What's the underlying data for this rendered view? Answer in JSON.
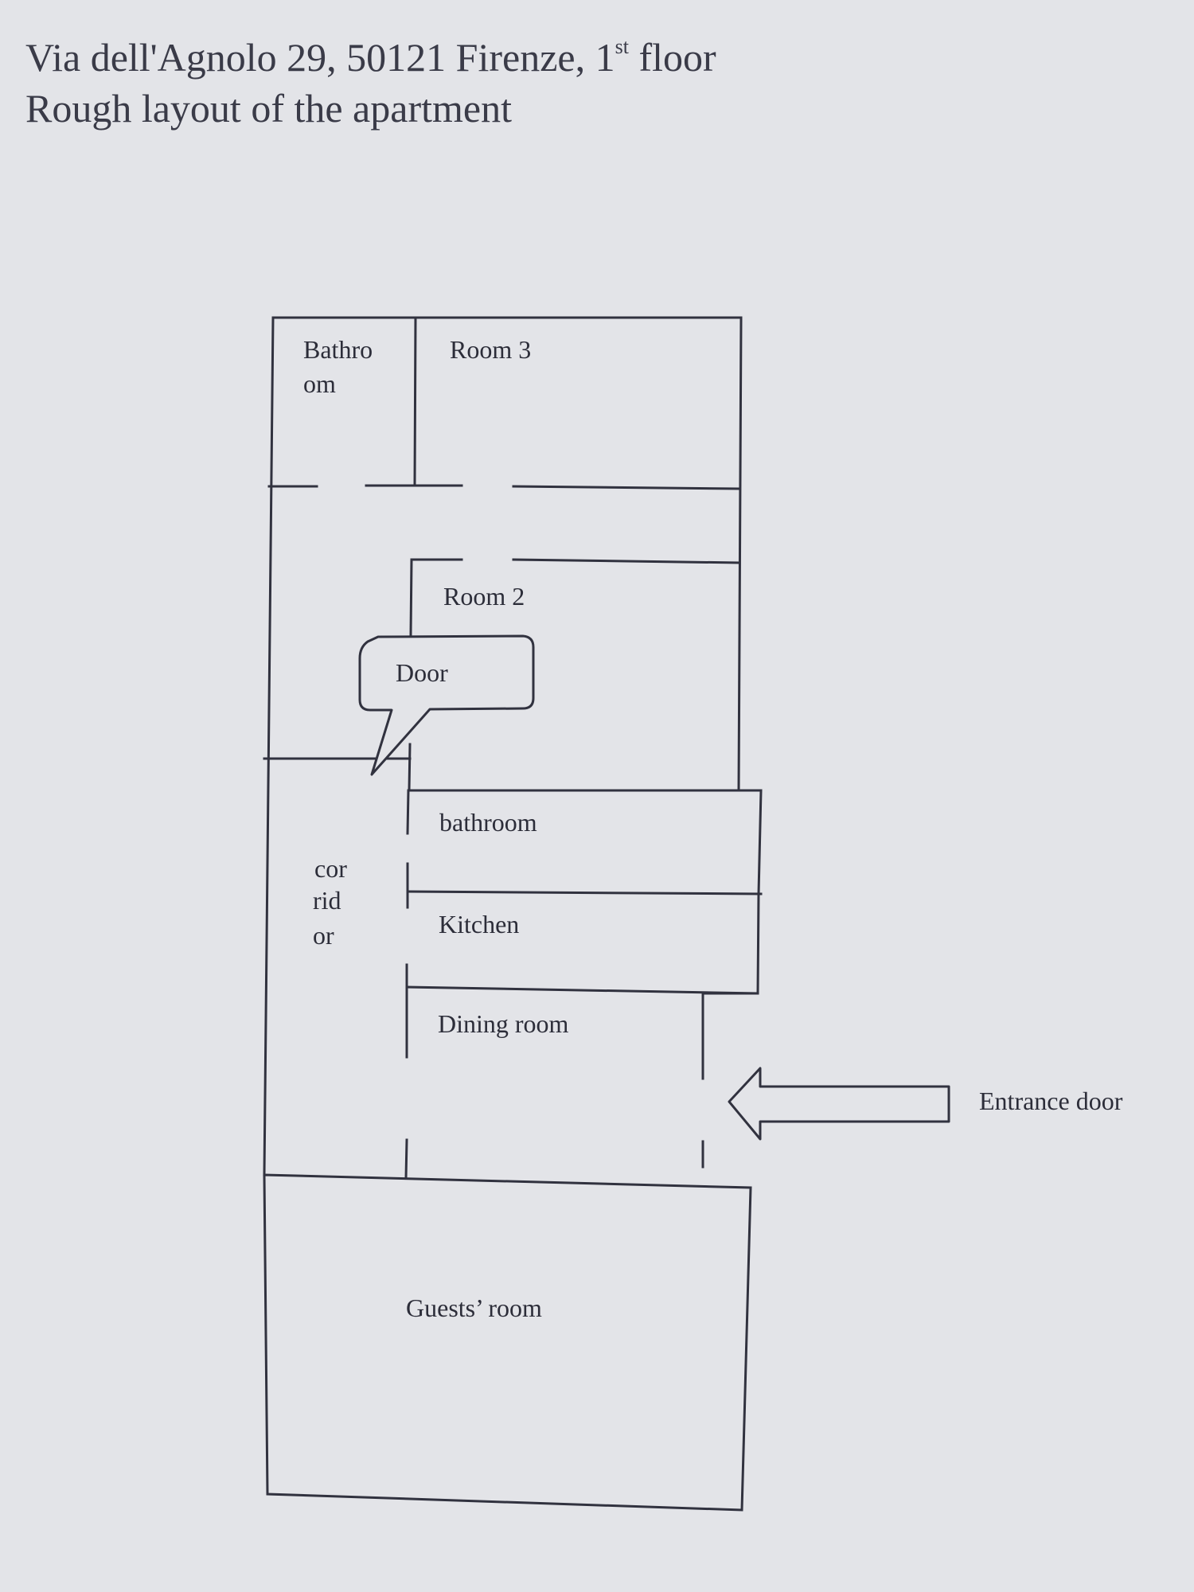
{
  "heading": {
    "address_main": "Via dell'Agnolo 29, 50121 Firenze, 1",
    "floor_suffix": "st",
    "floor_word": " floor",
    "subtitle": "Rough layout of the apartment"
  },
  "plan": {
    "labels": {
      "bathroom_top_line1": "Bathro",
      "bathroom_top_line2": "om",
      "room3": "Room 3",
      "room2": "Room 2",
      "door_callout": "Door",
      "bathroom_small": "bathroom",
      "corridor_line1": "cor",
      "corridor_line2": "rid",
      "corridor_line3": "or",
      "kitchen": "Kitchen",
      "dining_room": "Dining room",
      "entrance_door": "Entrance door",
      "guests_room": "Guests’ room"
    }
  }
}
